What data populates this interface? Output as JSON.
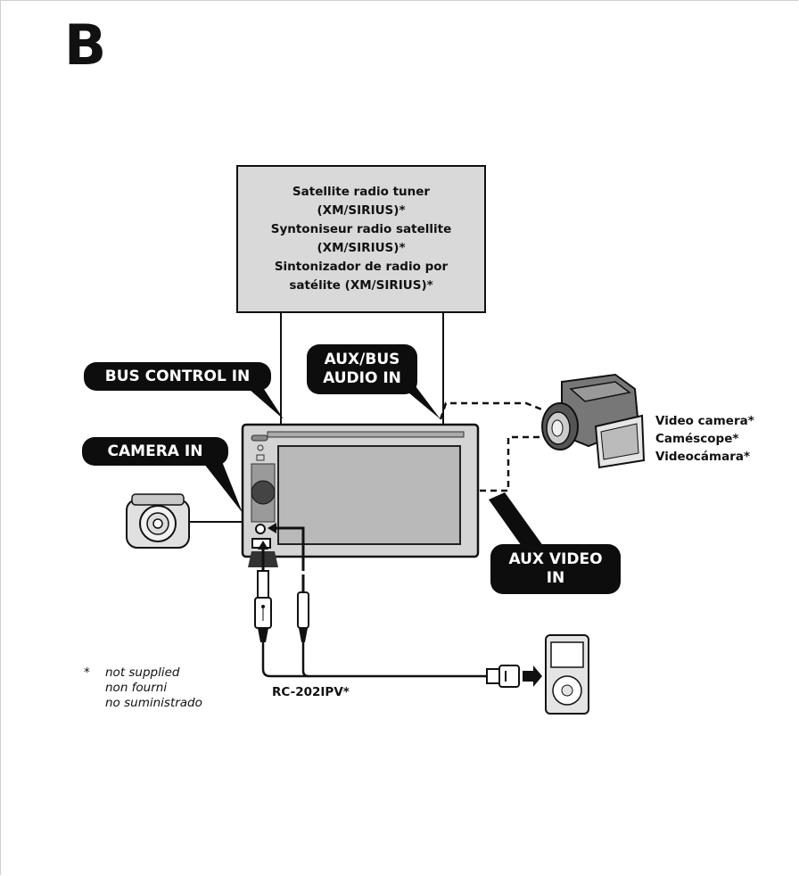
{
  "section_letter": "B",
  "tuner": {
    "lines": [
      "Satellite radio tuner",
      "(XM/SIRIUS)*",
      "Syntoniseur radio satellite",
      "(XM/SIRIUS)*",
      "Sintonizador de radio por",
      "satélite (XM/SIRIUS)*"
    ]
  },
  "callouts": {
    "bus_control_in": "BUS CONTROL IN",
    "aux_bus_audio_in": [
      "AUX/BUS",
      "AUDIO IN"
    ],
    "camera_in": "CAMERA IN",
    "aux_video_in": [
      "AUX VIDEO",
      "IN"
    ]
  },
  "video_camera": {
    "labels": [
      "Video camera*",
      "Caméscope*",
      "Videocámara*"
    ]
  },
  "cable": {
    "model": "RC-202IPV*"
  },
  "footnote": {
    "marker": "*",
    "lines": [
      "not supplied",
      "non fourni",
      "no suministrado"
    ]
  }
}
